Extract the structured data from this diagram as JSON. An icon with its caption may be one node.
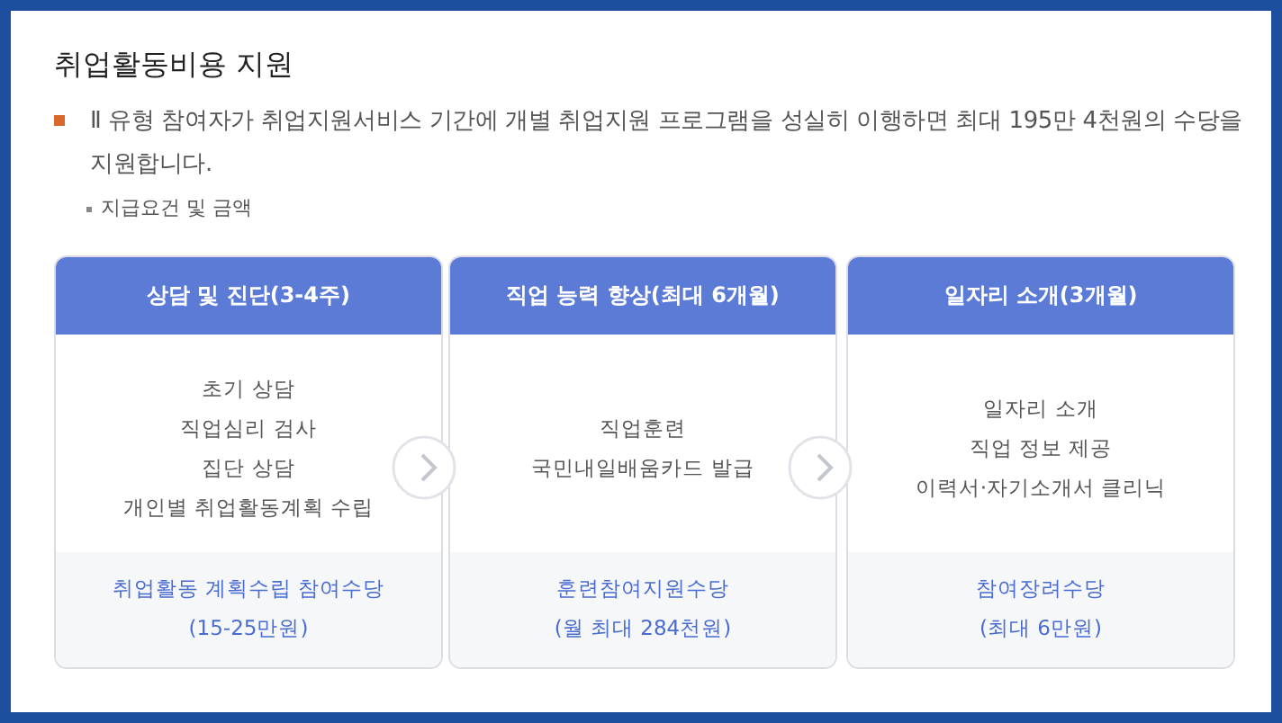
{
  "diagram": {
    "title": "취업활동비용 지원",
    "nodes": [
      {
        "text": [
          "상담 및 진단(3-4주)",
          "초기 상담",
          "직업심리 검사",
          "집단 상담",
          "개인별 취업활동계획 수립",
          "취업활동 계획수립 참여수당",
          "(15-25만원)"
        ]
      },
      {
        "text": [
          "직업 능력 향상(최대 6개월)",
          "직업훈련",
          "국민내일배움카드 발급",
          "훈련참여지원수당",
          "(월 최대 284천원)"
        ]
      },
      {
        "text": [
          "일자리 소개(3개월)",
          "일자리 소개",
          "직업 정보 제공",
          "이력서·자기소개서 클리닉",
          "참여장려수당",
          "(최대 6만원)"
        ]
      }
    ],
    "edges": [
      {
        "from": 0,
        "to": 1,
        "arrow": "to"
      },
      {
        "from": 1,
        "to": 2,
        "arrow": "to"
      }
    ],
    "labels": [
      "Ⅱ 유형 참여자가 취업지원서비스 기간에 개별 취업지원 프로그램을 성실히 이행하면 최대 195만 4천원의 수당을 지원합니다.",
      "지급요건 및 금액"
    ]
  }
}
